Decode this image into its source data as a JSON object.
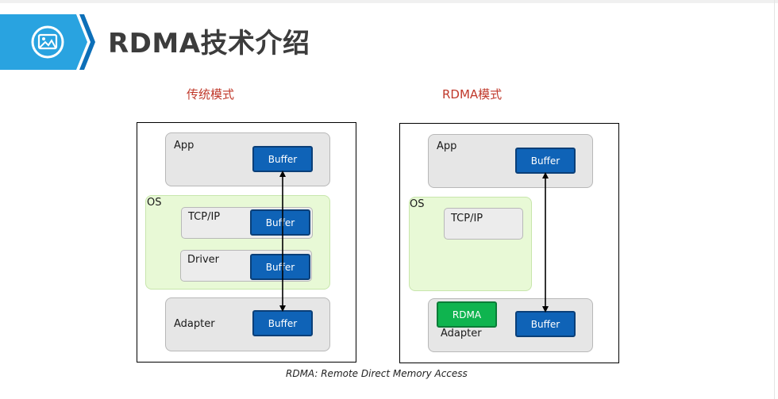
{
  "title": "RDMA技术介绍",
  "header_icon": "image-icon",
  "left_panel": {
    "caption": "传统模式",
    "app": {
      "label": "App",
      "buffer": "Buffer"
    },
    "os": {
      "label": "OS",
      "tcpip": {
        "label": "TCP/IP",
        "buffer": "Buffer"
      },
      "driver": {
        "label": "Driver",
        "buffer": "Buffer"
      }
    },
    "adapter": {
      "label": "Adapter",
      "buffer": "Buffer"
    }
  },
  "right_panel": {
    "caption": "RDMA模式",
    "app": {
      "label": "App",
      "buffer": "Buffer"
    },
    "os": {
      "label": "OS",
      "tcpip": {
        "label": "TCP/IP"
      }
    },
    "adapter": {
      "label": "Adapter",
      "rdma": "RDMA",
      "buffer": "Buffer"
    }
  },
  "footnote": "RDMA: Remote Direct Memory Access",
  "colors": {
    "buffer": "#0f63b7",
    "rdma": "#0fb44f",
    "os_fill": "#e8f9d6",
    "banner": "#29a3e0",
    "caption": "#c0392b"
  }
}
